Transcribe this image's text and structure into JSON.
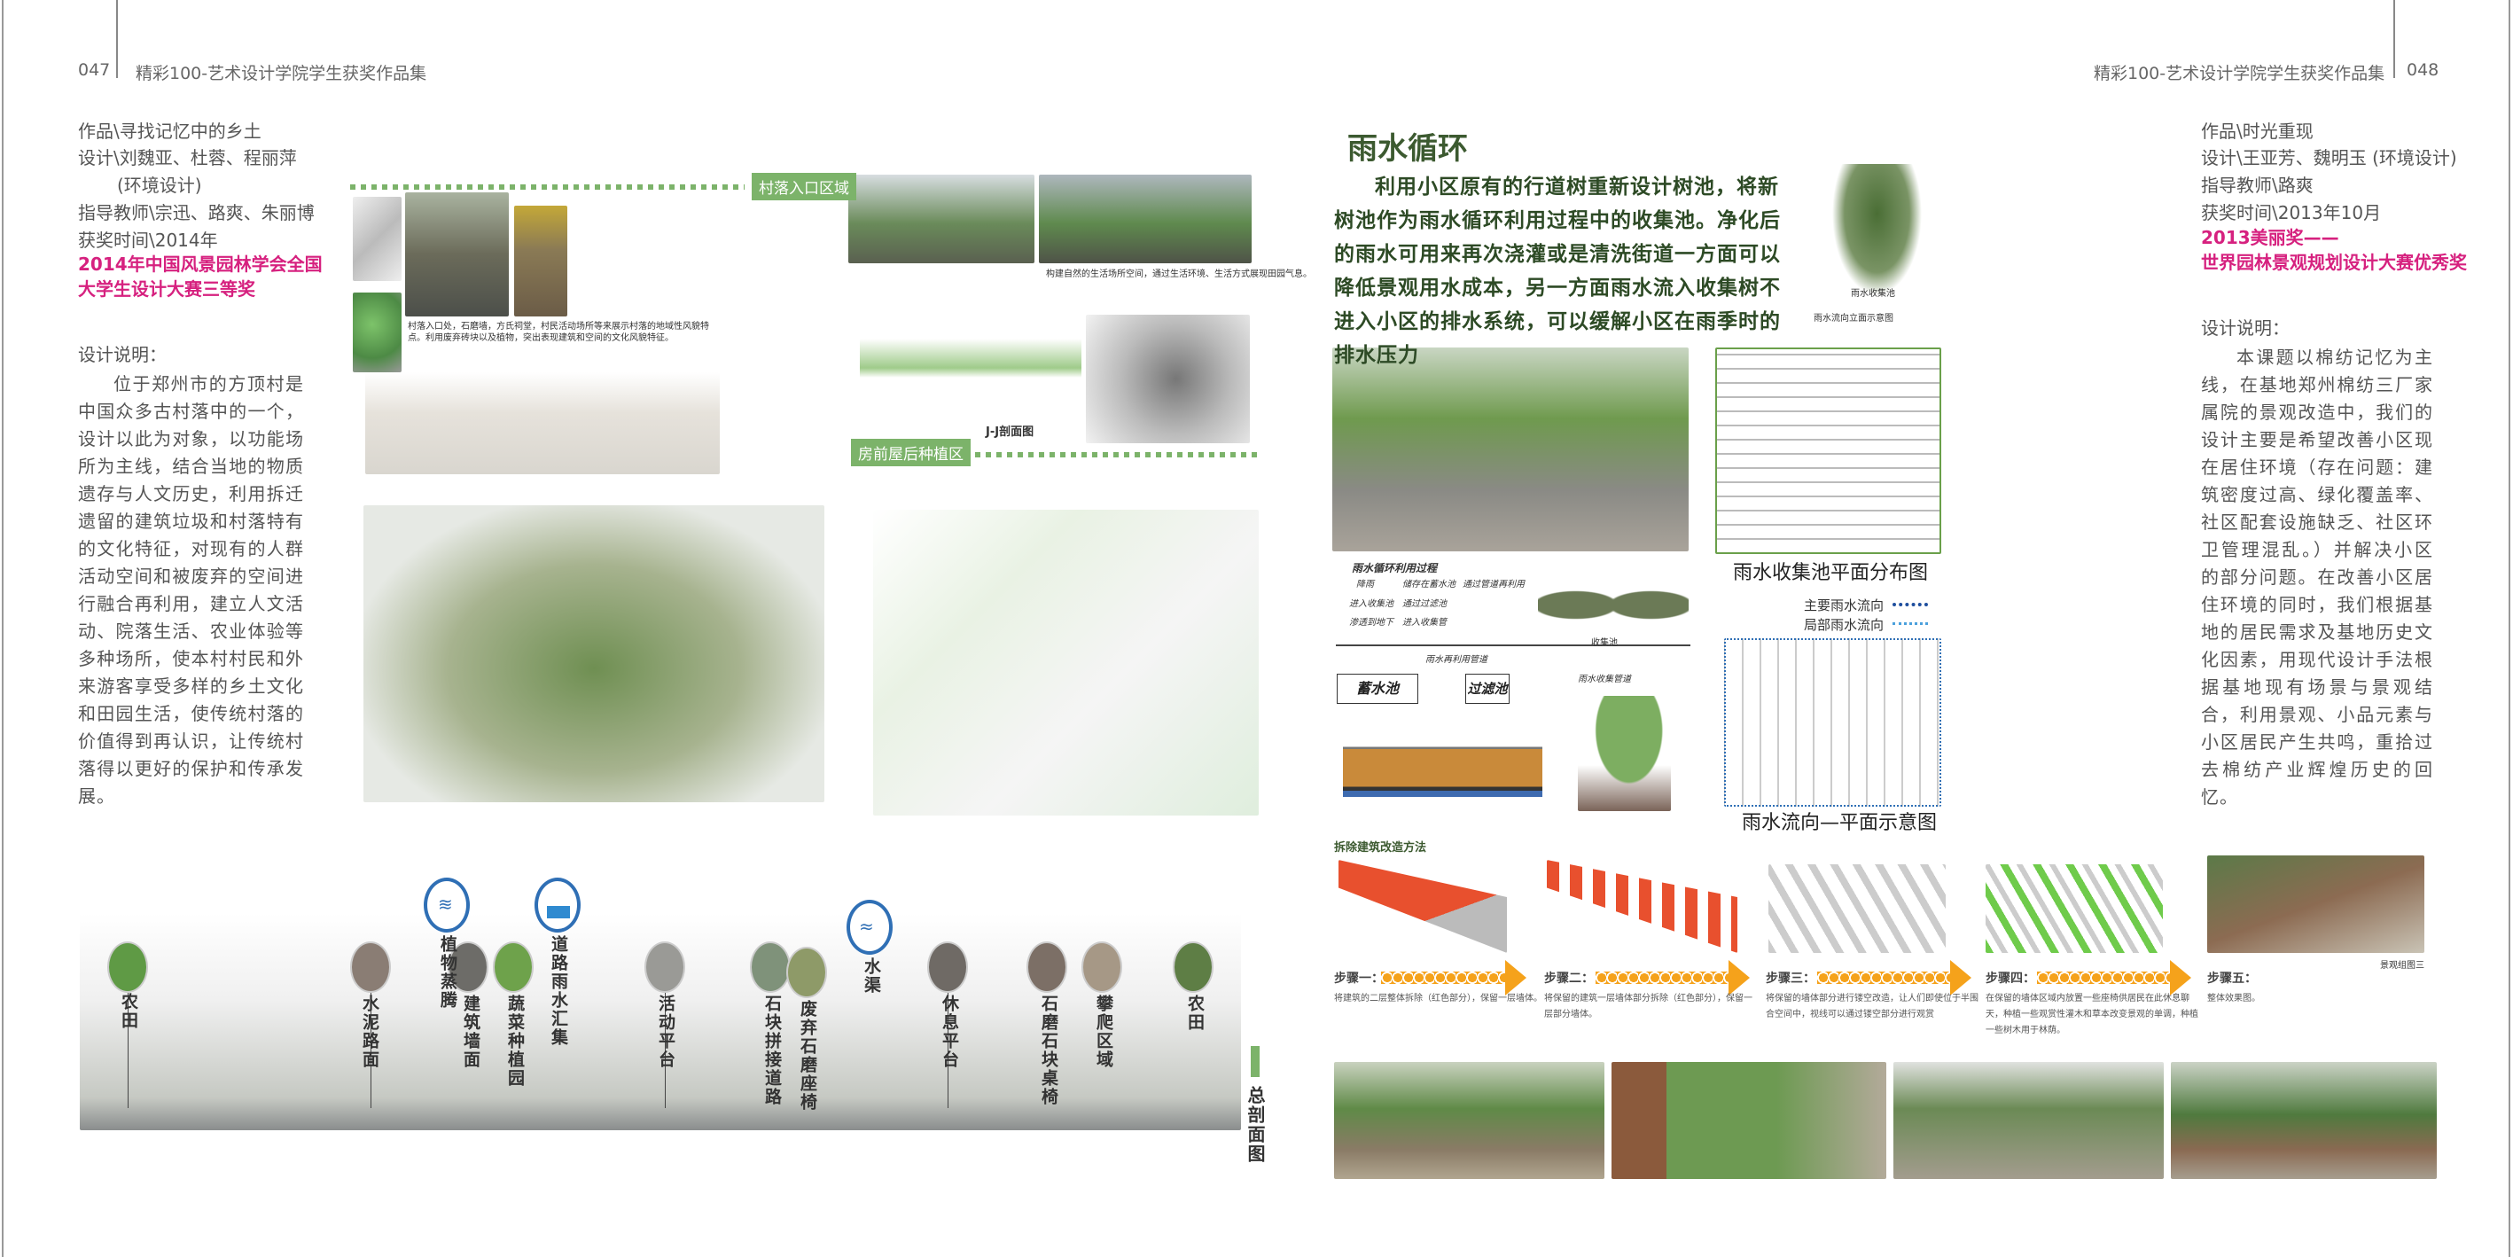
{
  "header": {
    "left_page": "047",
    "left_title": "精彩100-艺术设计学院学生获奖作品集",
    "right_title": "精彩100-艺术设计学院学生获奖作品集",
    "right_page": "048"
  },
  "left": {
    "meta": [
      "作品\\寻找记忆中的乡土",
      "设计\\刘魏亚、杜蓉、程丽萍",
      "(环境设计)",
      "指导教师\\宗迅、路爽、朱丽博",
      "获奖时间\\2014年"
    ],
    "award": [
      "2014年中国风景园林学会全国",
      "大学生设计大赛三等奖"
    ],
    "desc_heading": "设计说明：",
    "desc": "位于郑州市的方顶村是中国众多古村落中的一个，设计以此为对象，以功能场所为主线，结合当地的物质遗存与人文历史，利用拆迁遗留的建筑垃圾和村落特有的文化特征，对现有的人群活动空间和被废弃的空间进行融合再利用，建立人文活动、院落生活、农业体验等多种场所，使本村村民和外来游客享受多样的乡土文化和田园生活，使传统村落的价值得到再认识，让传统村落得以更好的保护和传承发展。",
    "board": {
      "entrance_label": "村落入口区域",
      "entrance_note": "村落入口处，石磨墙，方氏祠堂，村民活动场所等来展示村落的地域性风貌特点。利用废弃砖块以及植物，突出表现建筑和空间的文化风貌特征。",
      "planting_caption": "构建自然的生活场所空间，通过生活环境、生活方式展现田园气息。",
      "section_jj": "J-J剖面图",
      "planting_label": "房前屋后种植区"
    },
    "section": {
      "labels": [
        "农田",
        "水泥路面",
        "植物蒸腾",
        "建筑墙面",
        "蔬菜种植园",
        "道路雨水汇集",
        "活动平台",
        "石块拼接道路",
        "废弃石磨座椅",
        "水渠",
        "休息平台",
        "石磨石块桌椅",
        "攀爬区域",
        "农田"
      ],
      "title": "总剖面图"
    }
  },
  "right": {
    "meta": [
      "作品\\时光重现",
      "设计\\王亚芳、魏明玉 (环境设计)",
      "指导教师\\路爽",
      "获奖时间\\2013年10月"
    ],
    "award": [
      "2013美丽奖——",
      "世界园林景观规划设计大赛优秀奖"
    ],
    "desc_heading": "设计说明：",
    "desc": "本课题以棉纺记忆为主线，在基地郑州棉纺三厂家属院的景观改造中，我们的设计主要是希望改善小区现在居住环境（存在问题：建筑密度过高、绿化覆盖率、社区配套设施缺乏、社区环卫管理混乱。）并解决小区的部分问题。在改善小区居住环境的同时，我们根据基地的居民需求及基地历史文化因素，用现代设计手法根据基地现有场景与景观结合，利用景观、小品元素与小区居民产生共鸣，重拾过去棉纺产业辉煌历史的回忆。",
    "rain": {
      "title": "雨水循环",
      "text": "利用小区原有的行道树重新设计树池，将新树池作为雨水循环利用过程中的收集池。净化后的雨水可用来再次浇灌或是清洗街道一方面可以降低景观用水成本，另一方面雨水流入收集树不进入小区的排水系统，可以缓解小区在雨季时的排水压力",
      "elevation_caption": "雨水流向立面示意图",
      "elevation_tag": "雨水收集池",
      "process_title": "雨水循环利用过程",
      "process": [
        "降雨",
        "进入收集池",
        "渗透到地下",
        "进入收集管",
        "通过过滤池",
        "储存在蓄水池",
        "通过管道再利用"
      ],
      "pipe_reuse": "雨水再利用管道",
      "pipe_collect": "雨水收集管道",
      "pool": "收集池",
      "storage": "蓄水池",
      "filter": "过滤池",
      "plan_caption": "雨水收集池平面分布图",
      "legend_main": "主要雨水流向",
      "legend_local": "局部雨水流向",
      "flow_caption": "雨水流向—平面示意图"
    },
    "steps": {
      "title": "拆除建筑改造方法",
      "items": [
        {
          "label": "步骤一：",
          "text": "将建筑的二层整体拆除（红色部分），保留一层墙体。"
        },
        {
          "label": "步骤二：",
          "text": "将保留的建筑一层墙体部分拆除（红色部分），保留一层部分墙体。"
        },
        {
          "label": "步骤三：",
          "text": "将保留的墙体部分进行镂空改造，让人们即使位于半围合空间中，视线可以通过镂空部分进行观赏"
        },
        {
          "label": "步骤四：",
          "text": "在保留的墙体区域内放置一些座椅供居民在此休息聊天，种植一些观赏性灌木和草本改变景观的单调，种植一些树木用于林荫。"
        },
        {
          "label": "步骤五：",
          "text": "整体效果图。"
        }
      ],
      "group_caption": "景观组图三"
    }
  },
  "colors": {
    "award": "#d6217f",
    "rain_title": "#3c5a30",
    "label_green": "#7cb36a",
    "arrow": "#f5a21b",
    "demolish": "#e8502e",
    "water": "#2f6fb5"
  }
}
